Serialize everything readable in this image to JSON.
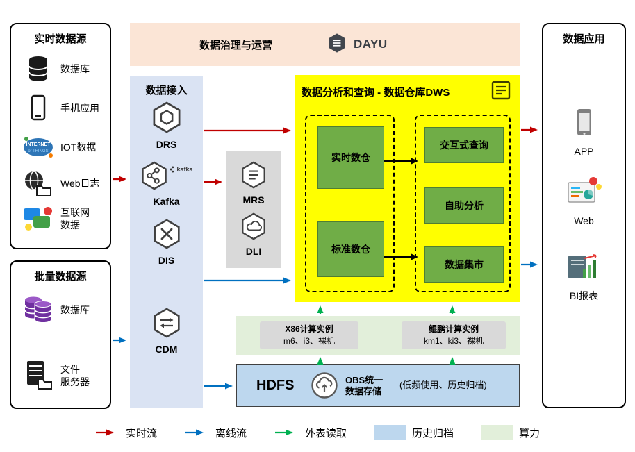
{
  "realtime_sources": {
    "title": "实时数据源",
    "items": [
      {
        "label": "数据库",
        "icon": "database-icon"
      },
      {
        "label": "手机应用",
        "icon": "mobile-phone-icon"
      },
      {
        "label": "IOT数据",
        "icon": "iot-cloud-icon"
      },
      {
        "label": "Web日志",
        "icon": "web-log-icon"
      },
      {
        "label": "互联网数据",
        "lines": [
          "互联网",
          "数据"
        ],
        "icon": "internet-data-icon"
      }
    ]
  },
  "batch_sources": {
    "title": "批量数据源",
    "items": [
      {
        "label": "数据库",
        "icon": "database-stack-icon"
      },
      {
        "label": "文件服务器",
        "lines": [
          "文件",
          "服务器"
        ],
        "icon": "file-server-icon"
      }
    ]
  },
  "governance": {
    "title": "数据治理与运营",
    "logo_text": "DAYU",
    "logo_icon": "dayu-icon"
  },
  "ingestion": {
    "title": "数据接入",
    "services": [
      {
        "label": "DRS",
        "icon": "drs-icon"
      },
      {
        "label": "Kafka",
        "icon": "kafka-icon",
        "wordmark": "kafka"
      },
      {
        "label": "DIS",
        "icon": "dis-icon"
      },
      {
        "label": "CDM",
        "icon": "cdm-icon"
      }
    ]
  },
  "processing": {
    "services": [
      {
        "label": "MRS",
        "icon": "mrs-icon"
      },
      {
        "label": "DLI",
        "icon": "dli-icon"
      }
    ]
  },
  "dws": {
    "title": "数据分析和查询 - 数据仓库DWS",
    "warehouse_nodes": [
      {
        "label": "实时数仓"
      },
      {
        "label": "标准数仓"
      }
    ],
    "service_nodes": [
      {
        "label": "交互式查询"
      },
      {
        "label": "自助分析"
      },
      {
        "label": "数据集市"
      }
    ]
  },
  "compute": {
    "instances": [
      {
        "name": "X86计算实例",
        "specs": "m6、i3、裸机"
      },
      {
        "name": "鲲鹏计算实例",
        "specs": "km1、ki3、裸机"
      }
    ]
  },
  "storage": {
    "hdfs_label": "HDFS",
    "obs_label": "OBS统一数据存储",
    "obs_lines": [
      "OBS统一",
      "数据存储"
    ],
    "note": "(低频使用、历史归档)"
  },
  "applications": {
    "title": "数据应用",
    "items": [
      {
        "label": "APP",
        "icon": "app-phone-icon"
      },
      {
        "label": "Web",
        "icon": "web-dashboard-icon"
      },
      {
        "label": "BI报表",
        "icon": "bi-report-icon"
      }
    ]
  },
  "legend": {
    "items": [
      {
        "label": "实时流",
        "type": "arrow",
        "color": "#C00000"
      },
      {
        "label": "离线流",
        "type": "arrow",
        "color": "#0070C0"
      },
      {
        "label": "外表读取",
        "type": "arrow",
        "color": "#00B050"
      },
      {
        "label": "历史归档",
        "type": "swatch",
        "color": "#BDD7EE"
      },
      {
        "label": "算力",
        "type": "swatch",
        "color": "#E2EFDA"
      }
    ]
  },
  "colors": {
    "realtime_flow": "#C00000",
    "offline_flow": "#0070C0",
    "external_read": "#00B050",
    "archive_bg": "#BDD7EE",
    "compute_bg": "#E2EFDA",
    "dws_bg": "#FFFF00",
    "green_node": "#70AD47",
    "governance_bg": "#FBE5D6",
    "ingestion_bg": "#DAE3F3",
    "processing_bg": "#D9D9D9"
  }
}
